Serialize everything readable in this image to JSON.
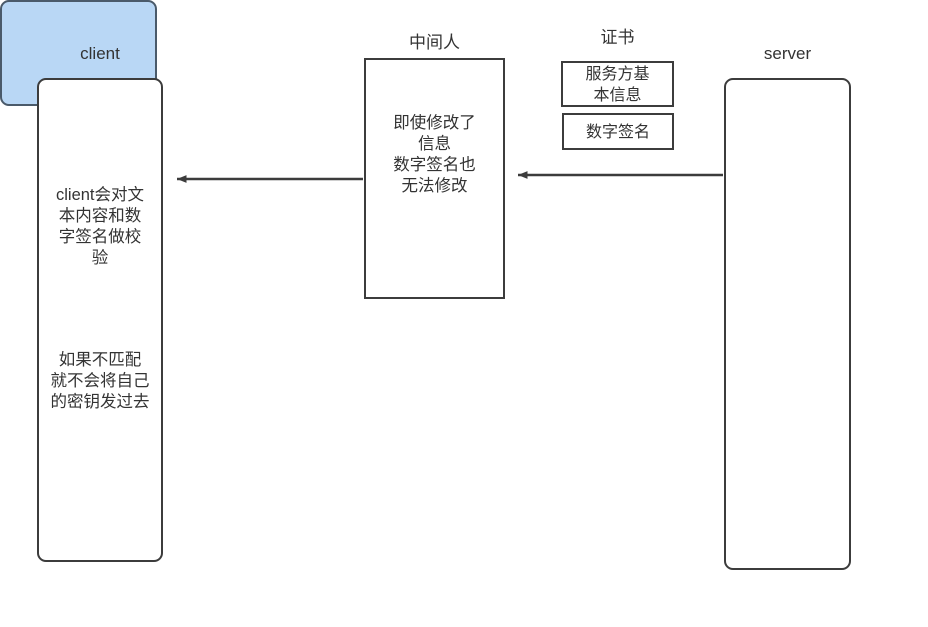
{
  "diagram": {
    "nodes": {
      "client": {
        "label": "client",
        "text_verify": "client会对文\n本内容和数\n字签名做校\n验",
        "text_mismatch": "如果不匹配\n就不会将自己\n的密钥发过去"
      },
      "middleman": {
        "label": "中间人",
        "text": "即使修改了\n信息\n数字签名也\n无法修改"
      },
      "certificate": {
        "label": "证书",
        "fill_color": "#b9d7f5",
        "items": [
          {
            "text": "服务方基\n本信息"
          },
          {
            "text": "数字签名"
          }
        ]
      },
      "server": {
        "label": "server"
      }
    },
    "arrows": [
      {
        "name": "server-to-middleman",
        "from": "server",
        "to": "middleman",
        "direction": "left",
        "label": ""
      },
      {
        "name": "middleman-to-client",
        "from": "middleman",
        "to": "client",
        "direction": "left",
        "label": ""
      }
    ],
    "stroke_color": "#3c3c3c"
  }
}
